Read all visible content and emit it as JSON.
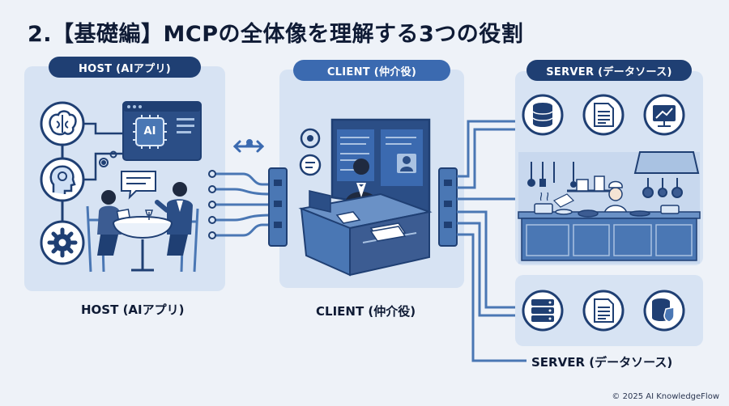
{
  "title": "2.【基礎編】MCPの全体像を理解する3つの役割",
  "host": {
    "label": "HOST (AIアプリ)",
    "caption": "HOST (AIアプリ)",
    "ai_chip_text": "AI"
  },
  "client": {
    "label": "CLIENT (仲介役)",
    "caption": "CLIENT (仲介役)"
  },
  "server": {
    "label": "SERVER (データソース)",
    "caption": "SERVER (データソース)"
  },
  "footer": "© 2025 AI KnowledgeFlow",
  "colors": {
    "navy": "#1f3f73",
    "panel": "#d7e3f3",
    "accent_blue": "#4a77b4",
    "light_blue": "#a9c2e2"
  }
}
